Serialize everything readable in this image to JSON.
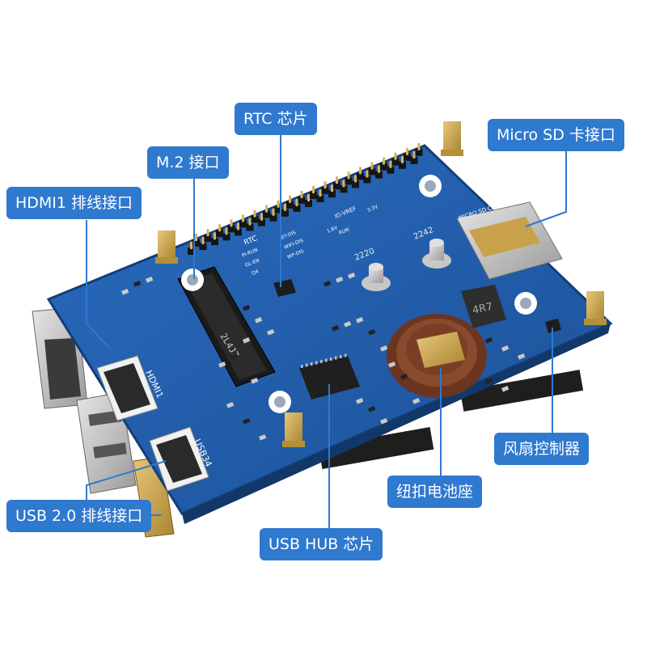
{
  "labels": {
    "rtc": "RTC 芯片",
    "m2": "M.2 接口",
    "hdmi": "HDMI1 排线接口",
    "microsd": "Micro SD 卡接口",
    "fan": "风扇控制器",
    "battery": "纽扣电池座",
    "usbhub": "USB HUB 芯片",
    "usb2": "USB 2.0 排线接口"
  },
  "pcb_text": {
    "rtc_silk": "RTC",
    "hdmi_silk": "HDMI1",
    "usb_silk": "USB34",
    "inductor": "4R7",
    "m2_chip": "2L4J7",
    "sd_silk": "MICRO SD CARD",
    "io_vref": "IO-VREF",
    "v33": "3.3V",
    "v18": "1.8V",
    "pi_run": "PI-RUN",
    "gl_en": "GL-EN",
    "q4": "Q4",
    "bt_dis": "BT-DIS",
    "wifi_dis": "WIFI-DIS",
    "wp_dis": "WP-DIS",
    "run": "RUN",
    "hole_2220": "2220",
    "hole_2242": "2242"
  },
  "colors": {
    "callout": "#2f79cf",
    "pcb": "#1f5aa6",
    "leader": "#2f79cf"
  }
}
